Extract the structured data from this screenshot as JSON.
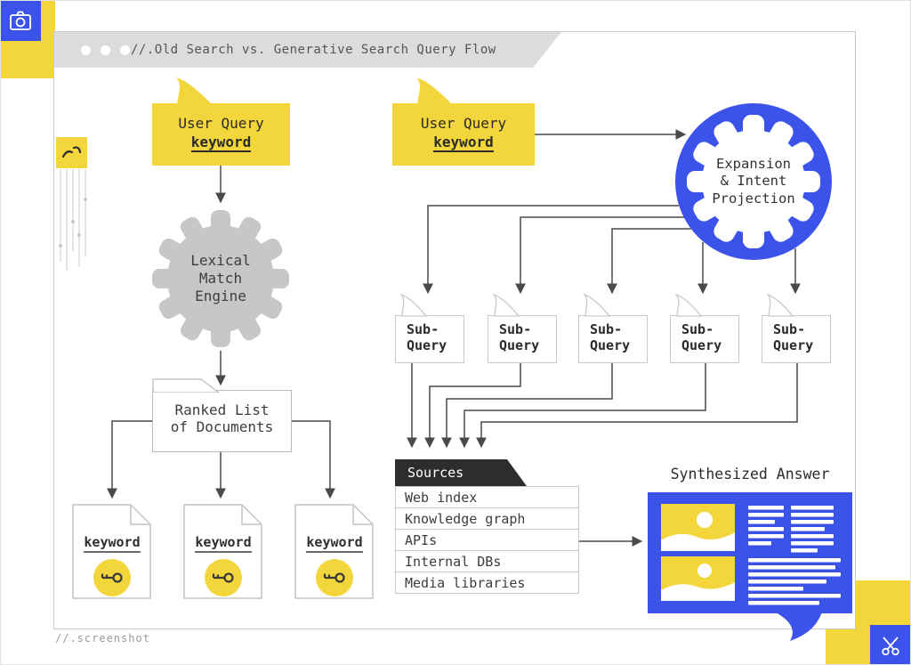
{
  "page": {
    "title": "//.Old Search vs. Generative Search Query Flow",
    "caption": "//.screenshot"
  },
  "old_flow": {
    "user_query": {
      "line1": "User Query",
      "line2": "keyword"
    },
    "engine": {
      "lines": [
        "Lexical",
        "Match",
        "Engine"
      ]
    },
    "ranked_list": {
      "lines": [
        "Ranked List",
        "of Documents"
      ]
    },
    "documents": [
      {
        "label": "keyword"
      },
      {
        "label": "keyword"
      },
      {
        "label": "keyword"
      }
    ]
  },
  "gen_flow": {
    "user_query": {
      "line1": "User Query",
      "line2": "keyword"
    },
    "expansion": {
      "lines": [
        "Expansion",
        "& Intent",
        "Projection"
      ]
    },
    "sub_queries": [
      {
        "line1": "Sub-",
        "line2": "Query"
      },
      {
        "line1": "Sub-",
        "line2": "Query"
      },
      {
        "line1": "Sub-",
        "line2": "Query"
      },
      {
        "line1": "Sub-",
        "line2": "Query"
      },
      {
        "line1": "Sub-",
        "line2": "Query"
      }
    ],
    "sources": {
      "header": "Sources",
      "items": [
        "Web index",
        "Knowledge graph",
        "APIs",
        "Internal DBs",
        "Media libraries"
      ]
    },
    "answer": {
      "label": "Synthesized Answer"
    }
  },
  "icons": {
    "top_left": "camera-icon",
    "bottom_right": "scissors-icon",
    "document_badge": "key-icon",
    "left_margin": "keys-icon"
  },
  "colors": {
    "yellow": "#F2D63B",
    "blue": "#3B53E8",
    "gear_gray": "#C7C7C7",
    "titlebar_gray": "#DCDCDC",
    "dark": "#2D2D2D",
    "line": "#4A4A4A"
  }
}
